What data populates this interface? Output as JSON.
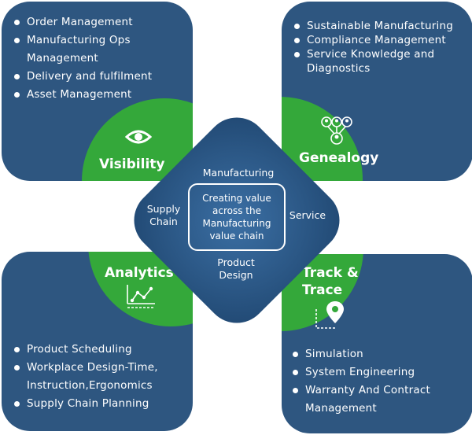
{
  "center": {
    "text": "Creating value across the Manufacturing value chain",
    "labels": {
      "top": "Manufacturing",
      "right": "Service",
      "bottom": "Product Design",
      "left": "Supply Chain"
    }
  },
  "quadrants": {
    "top_left": {
      "title": "Visibility",
      "icon": "eye-icon",
      "items": [
        "Order Management",
        "Manufacturing Ops Management",
        "Delivery and fulfilment",
        "Asset Management"
      ]
    },
    "top_right": {
      "title": "Genealogy",
      "icon": "people-network-icon",
      "items": [
        "Sustainable Manufacturing",
        "Compliance Management",
        "Service Knowledge and Diagnostics"
      ]
    },
    "bottom_left": {
      "title": "Analytics",
      "icon": "line-chart-icon",
      "items": [
        "Product Scheduling",
        "Workplace Design-Time, Instruction,Ergonomics",
        "Supply Chain Planning"
      ]
    },
    "bottom_right": {
      "title": "Track & Trace",
      "icon": "map-pin-icon",
      "items": [
        "Simulation",
        "System Engineering",
        "Warranty And Contract Management"
      ]
    }
  },
  "colors": {
    "card_blue": "#2e5680",
    "accent_green": "#34a83a",
    "text": "#ffffff"
  }
}
